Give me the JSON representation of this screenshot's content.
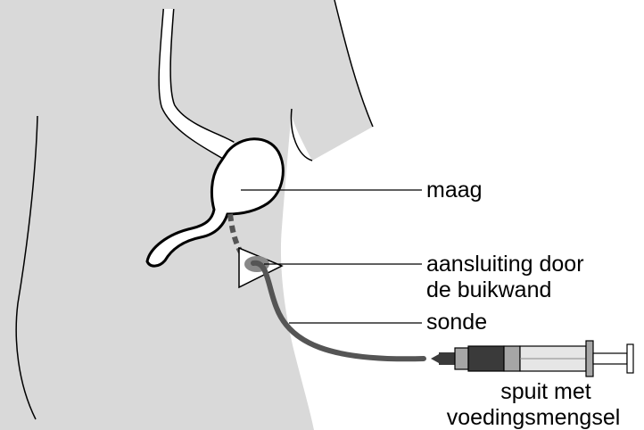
{
  "labels": {
    "stomach": "maag",
    "connection_line1": "aansluiting door",
    "connection_line2": "de buikwand",
    "tube": "sonde",
    "syringe_line1": "spuit met",
    "syringe_line2": "voedingsmengsel"
  },
  "colors": {
    "body_fill": "#d9d9d9",
    "outline": "#000000",
    "stomach_fill": "#ffffff",
    "tube": "#555555",
    "syringe_dark": "#3a3a3a",
    "syringe_mid": "#a6a6a6",
    "syringe_light": "#e6e6e6",
    "port_fill": "#ffffff",
    "port_center": "#888888"
  }
}
